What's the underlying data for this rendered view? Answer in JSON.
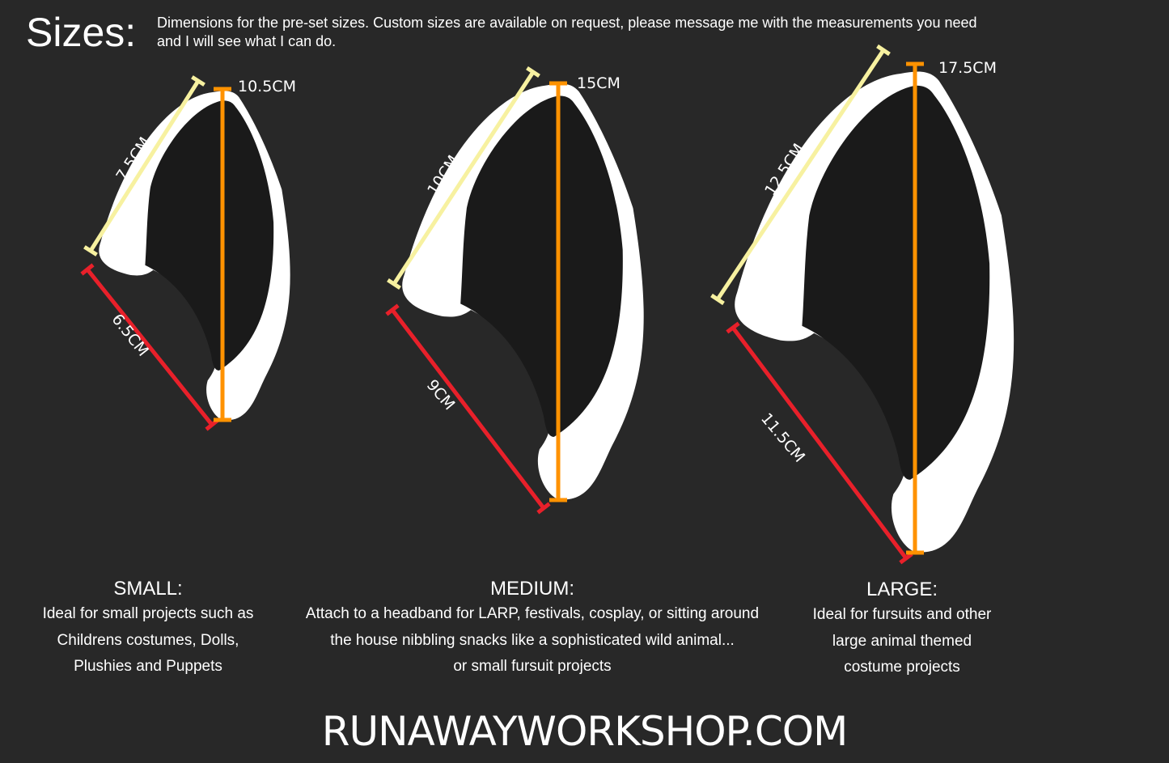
{
  "header": {
    "title": "Sizes:",
    "intro_line1": "Dimensions for the pre-set sizes. Custom sizes are available on request, please message me with the measurements you need",
    "intro_line2": "and I will see what I can do."
  },
  "colors": {
    "background": "#282828",
    "ear_outline": "#ffffff",
    "ear_inner": "#1a1a1a",
    "top_edge_measure": "#f7f1a0",
    "bottom_edge_measure": "#e8202a",
    "height_measure": "#ff9200"
  },
  "sizes": [
    {
      "id": "small",
      "heading": "SMALL:",
      "desc": [
        "Ideal for small projects such as",
        "Childrens costumes, Dolls,",
        "Plushies and Puppets"
      ],
      "height_label": "10.5CM",
      "top_edge_label": "7.5CM",
      "bottom_edge_label": "6.5CM"
    },
    {
      "id": "medium",
      "heading": "MEDIUM:",
      "desc": [
        "Attach to a headband for LARP, festivals, cosplay, or sitting around",
        "the house nibbling snacks like a sophisticated wild animal...",
        "or small fursuit projects"
      ],
      "height_label": "15CM",
      "top_edge_label": "10CM",
      "bottom_edge_label": "9CM"
    },
    {
      "id": "large",
      "heading": "LARGE:",
      "desc": [
        "Ideal for fursuits and other",
        "large animal themed",
        "costume projects"
      ],
      "height_label": "17.5CM",
      "top_edge_label": "12.5CM",
      "bottom_edge_label": "11.5CM"
    }
  ],
  "footer": {
    "website": "RUNAWAYWORKSHOP.COM"
  }
}
